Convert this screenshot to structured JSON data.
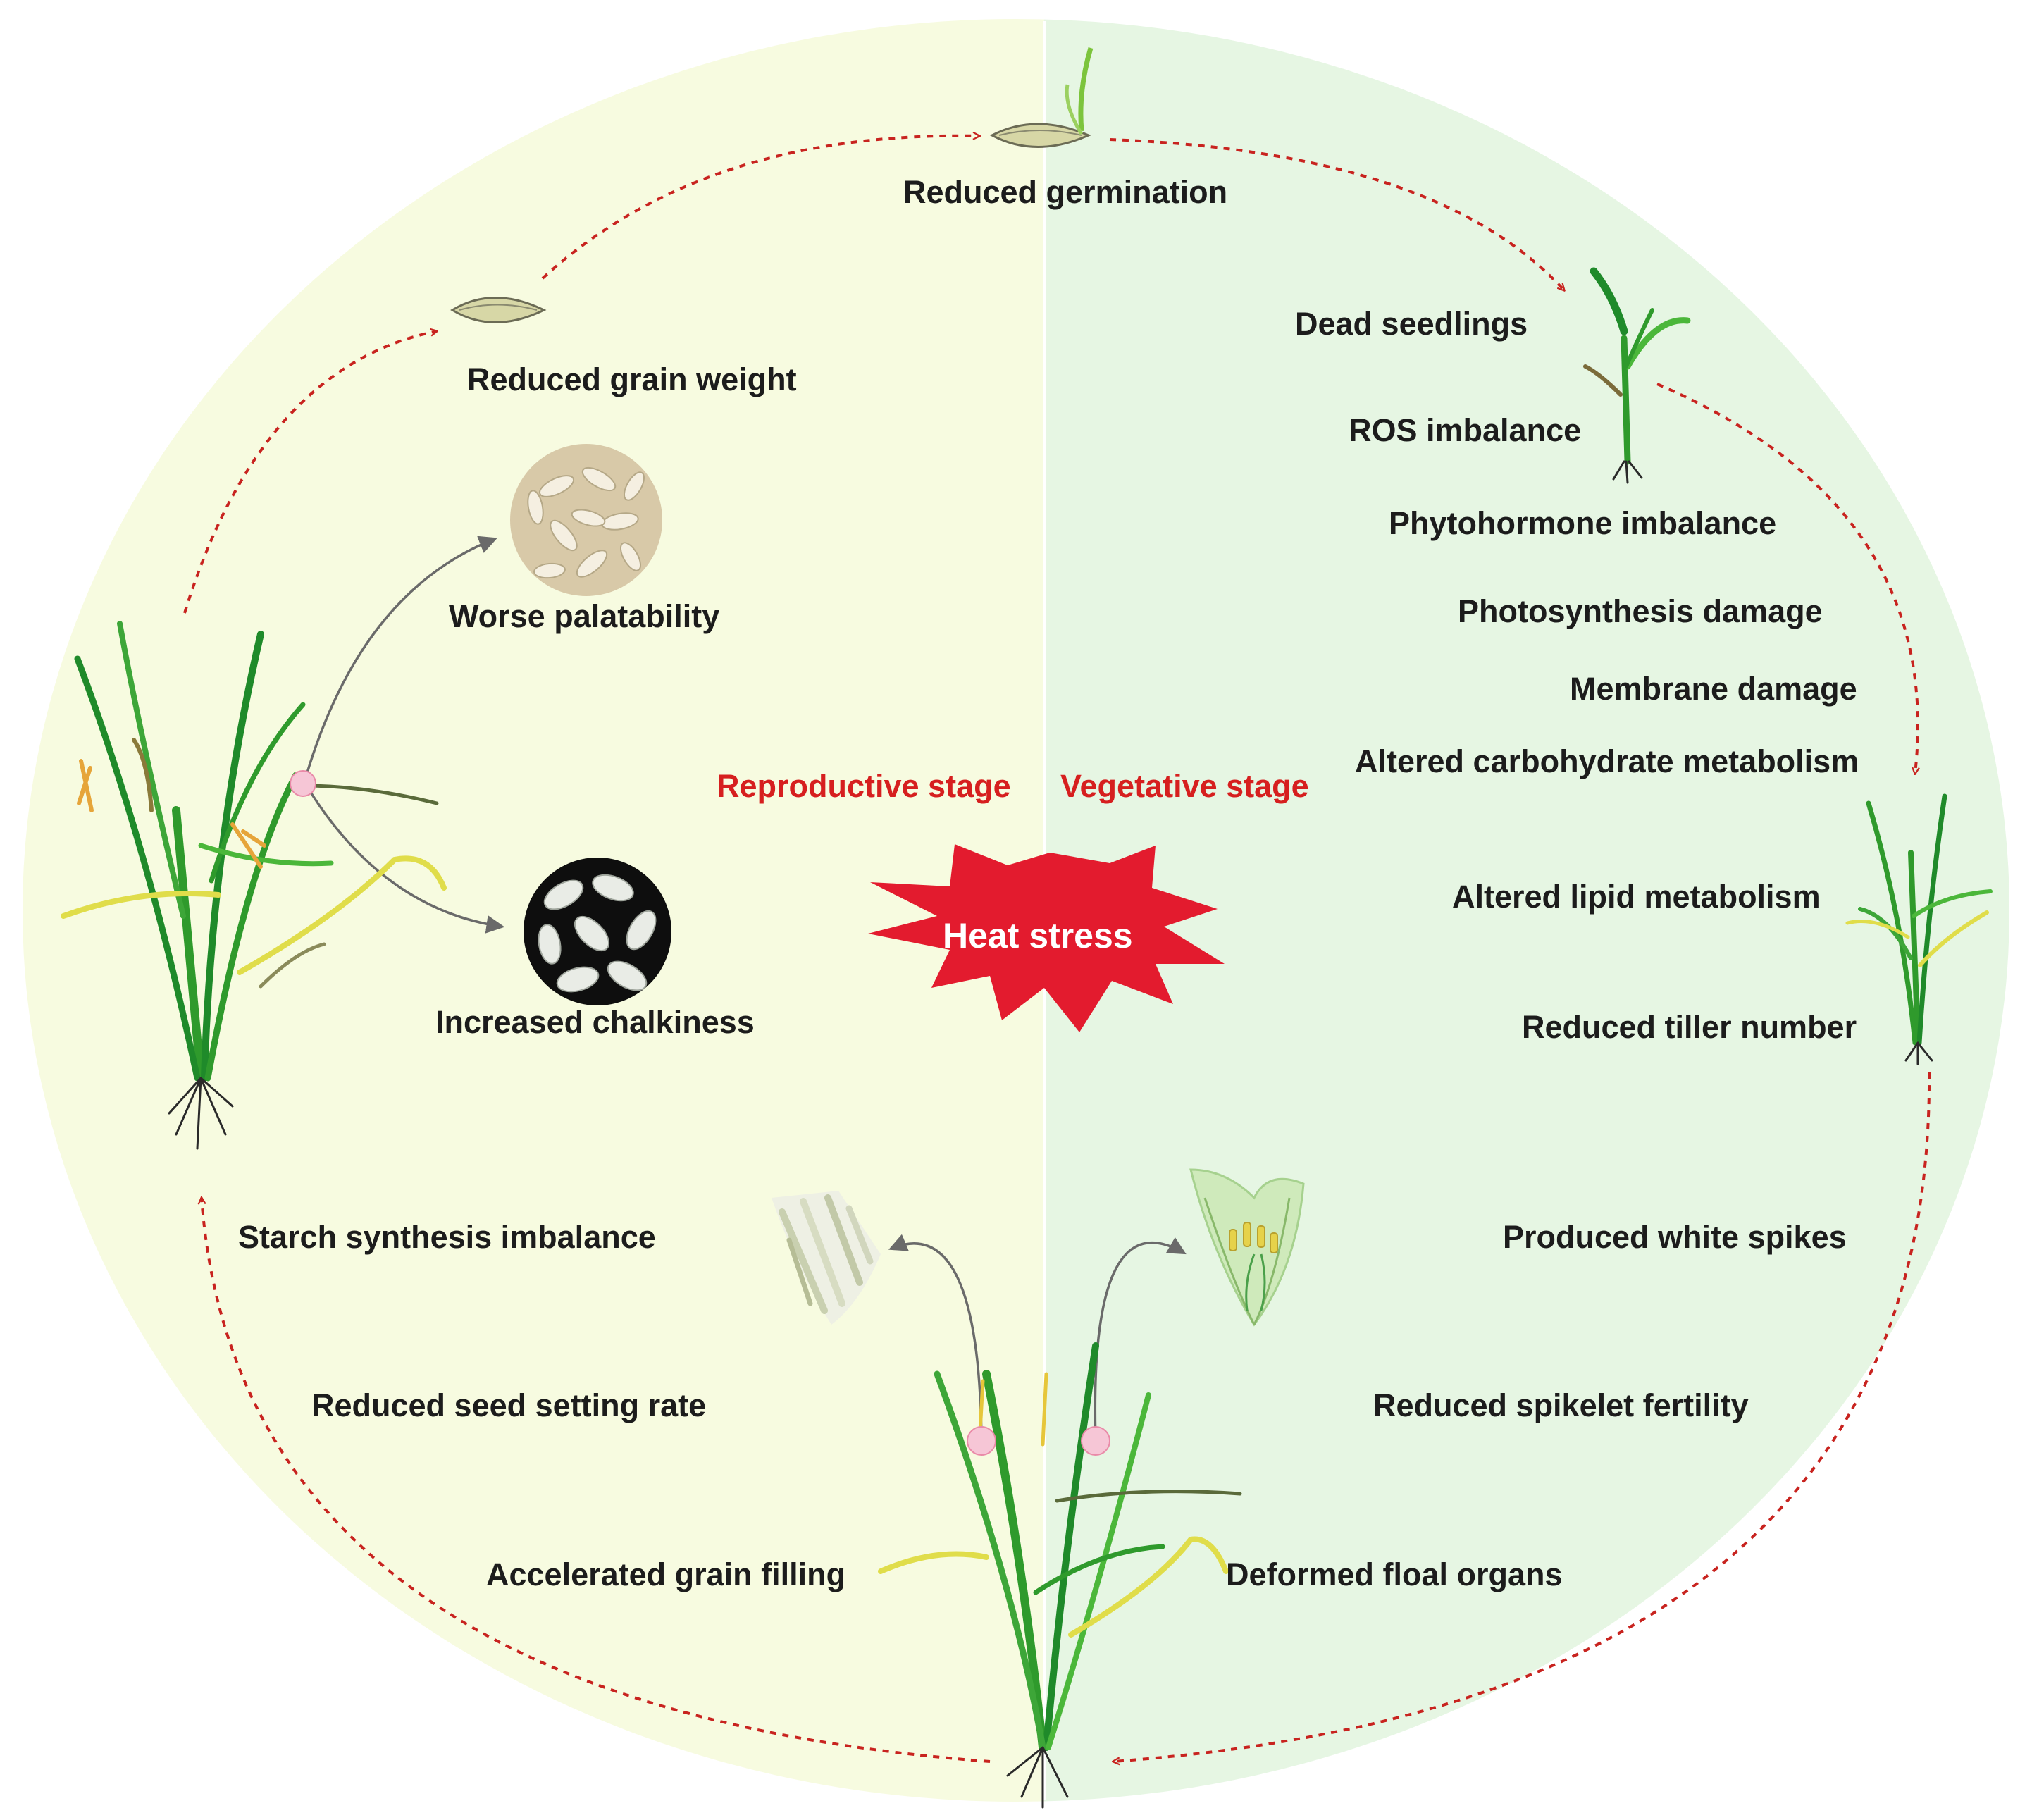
{
  "center": {
    "label": "Heat stress"
  },
  "stages": {
    "reproductive": "Reproductive stage",
    "vegetative": "Vegetative stage"
  },
  "effects": {
    "reduced_germination": "Reduced germination",
    "reduced_grain_weight": "Reduced grain weight",
    "worse_palatability": "Worse palatability",
    "increased_chalkiness": "Increased chalkiness",
    "starch_synthesis_imbalance": "Starch synthesis imbalance",
    "reduced_seed_setting_rate": "Reduced seed setting rate",
    "accelerated_grain_filling": "Accelerated grain filling",
    "dead_seedlings": "Dead seedlings",
    "ros_imbalance": "ROS imbalance",
    "phytohormone_imbalance": "Phytohormone imbalance",
    "photosynthesis_damage": "Photosynthesis damage",
    "membrane_damage": "Membrane damage",
    "altered_carbohydrate_metabolism": "Altered carbohydrate metabolism",
    "altered_lipid_metabolism": "Altered lipid metabolism",
    "reduced_tiller_number": "Reduced tiller number",
    "produced_white_spikes": "Produced white spikes",
    "reduced_spikelet_fertility": "Reduced spikelet fertility",
    "deformed_floal_organs": "Deformed floal organs"
  },
  "colors": {
    "reproductive_bg": "#f7fbe0",
    "vegetative_bg": "#e6f6e3",
    "cycle_arrow": "#c8231f",
    "stage_text": "#d61f1f",
    "burst": "#e31b2e",
    "link_arrow": "#707070"
  }
}
